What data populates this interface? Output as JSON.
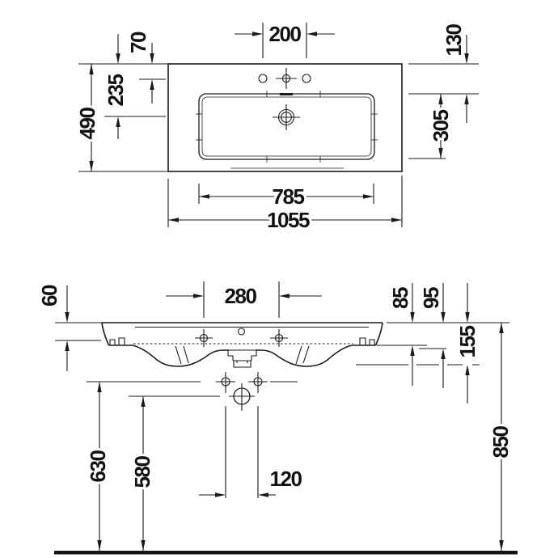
{
  "drawing": {
    "product": "wall-hung washbasin technical drawing",
    "units": "mm",
    "line_color": "#1a1a1a",
    "background": "#ffffff",
    "top_view": {
      "name": "plan view",
      "dims": {
        "faucet_hole_spacing": "200",
        "back_to_faucet_holes": "70",
        "back_to_inner_rim": "130",
        "back_to_overflow": "235",
        "overall_depth": "490",
        "inner_bowl_depth": "305",
        "inner_bowl_width": "785",
        "overall_width": "1055"
      }
    },
    "front_view": {
      "name": "front elevation",
      "dims": {
        "fixing_hole_spacing": "280",
        "side_edge_height": "60",
        "rim_to_inner_bottom": "85",
        "rim_to_apron_bottom": "95",
        "rim_to_underside": "155",
        "rim_height_above_floor": "850",
        "supply_holes_height": "630",
        "drain_height": "580",
        "supply_hole_spacing": "120"
      }
    }
  }
}
